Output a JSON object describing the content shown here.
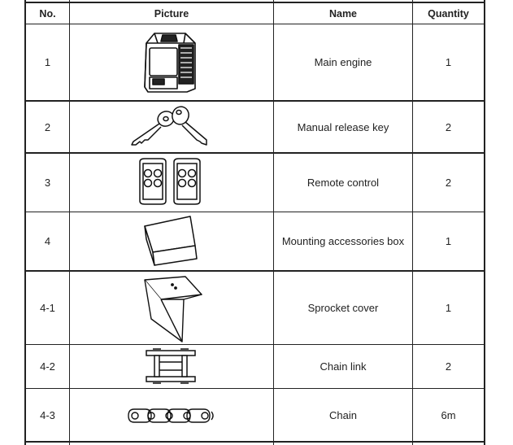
{
  "headers": {
    "no": "No.",
    "picture": "Picture",
    "name": "Name",
    "quantity": "Quantity"
  },
  "rows": [
    {
      "no": "1",
      "name": "Main engine",
      "quantity": "1",
      "icon": "main-engine-icon"
    },
    {
      "no": "2",
      "name": "Manual release key",
      "quantity": "2",
      "icon": "key-icon"
    },
    {
      "no": "3",
      "name": "Remote control",
      "quantity": "2",
      "icon": "remote-control-icon"
    },
    {
      "no": "4",
      "name": "Mounting accessories box",
      "quantity": "1",
      "icon": "box-icon"
    },
    {
      "no": "4-1",
      "name": "Sprocket cover",
      "quantity": "1",
      "icon": "sprocket-cover-icon"
    },
    {
      "no": "4-2",
      "name": "Chain link",
      "quantity": "2",
      "icon": "chain-link-icon"
    },
    {
      "no": "4-3",
      "name": "Chain",
      "quantity": "6m",
      "icon": "chain-icon"
    }
  ]
}
